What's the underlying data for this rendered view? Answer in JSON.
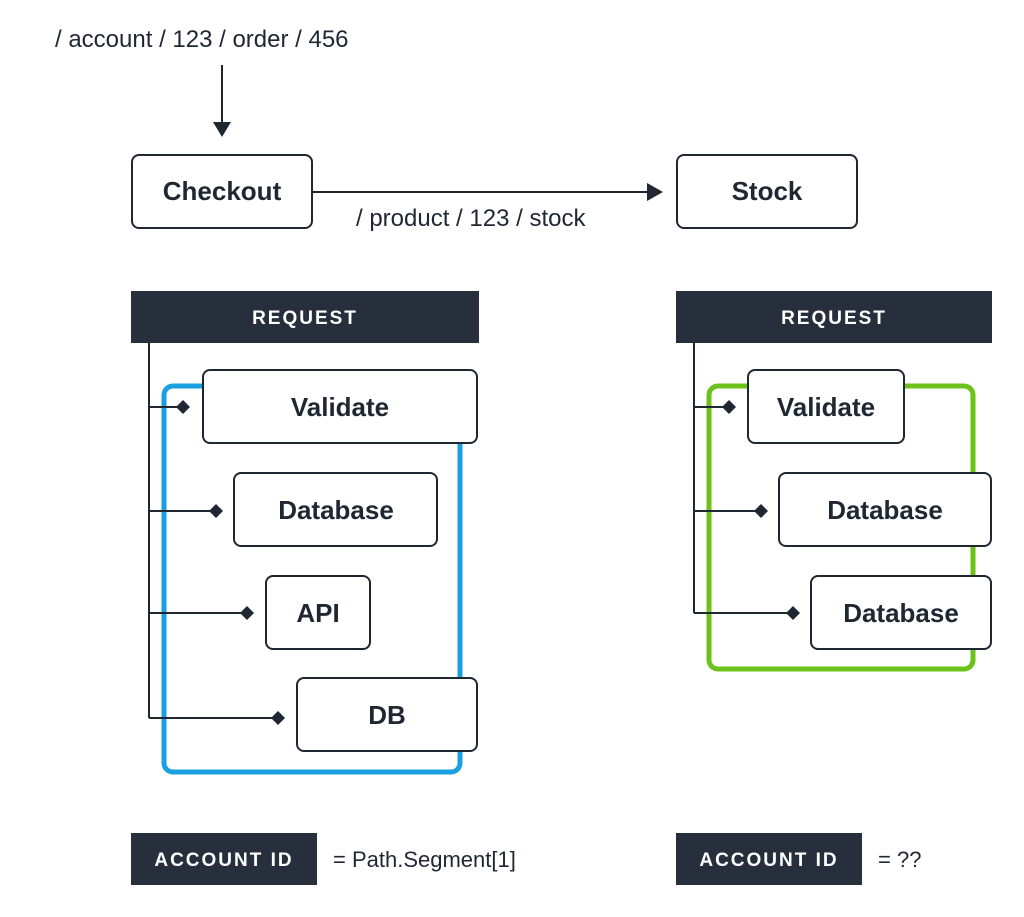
{
  "colors": {
    "ink": "#1f2733",
    "header_fill": "#262f3b",
    "left_group_border": "#1aa0e0",
    "right_group_border": "#6cc11a"
  },
  "top": {
    "incoming_path": "/ account / 123 / order / 456",
    "service_call_path": "/ product / 123 / stock"
  },
  "services": {
    "checkout": "Checkout",
    "stock": "Stock"
  },
  "left_pipeline": {
    "header": "REQUEST",
    "steps": [
      "Validate",
      "Database",
      "API",
      "DB"
    ],
    "footer_badge": "ACCOUNT ID",
    "footer_expression": "= Path.Segment[1]"
  },
  "right_pipeline": {
    "header": "REQUEST",
    "steps": [
      "Validate",
      "Database",
      "Database"
    ],
    "footer_badge": "ACCOUNT ID",
    "footer_expression": "= ??"
  }
}
